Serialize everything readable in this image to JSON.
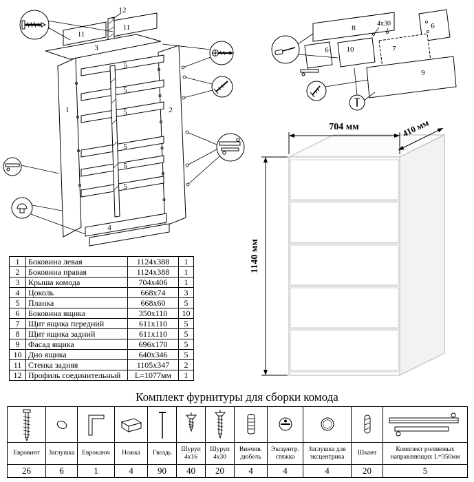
{
  "page": {
    "title": "Комплект фурнитуры для сборки комода"
  },
  "dimensions": {
    "width": "704 мм",
    "depth": "410 мм",
    "height": "1140 мм"
  },
  "exploded": {
    "labels": [
      "12",
      "11",
      "11",
      "3",
      "1",
      "2",
      "5",
      "5",
      "5",
      "5",
      "5",
      "5",
      "4"
    ]
  },
  "drawer": {
    "labels": [
      "8",
      "4x30",
      "6",
      "6",
      "10",
      "7",
      "9"
    ]
  },
  "parts": [
    {
      "num": "1",
      "name": "Боковина левая",
      "size": "1124x388",
      "qty": "1"
    },
    {
      "num": "2",
      "name": "Боковина правая",
      "size": "1124x388",
      "qty": "1"
    },
    {
      "num": "3",
      "name": "Крыша комода",
      "size": "704x406",
      "qty": "1"
    },
    {
      "num": "4",
      "name": "Цоколь",
      "size": "668x74",
      "qty": "3"
    },
    {
      "num": "5",
      "name": "Планка",
      "size": "668x60",
      "qty": "5"
    },
    {
      "num": "6",
      "name": "Боковина ящика",
      "size": "350x110",
      "qty": "10"
    },
    {
      "num": "7",
      "name": "Щит ящика передний",
      "size": "611x110",
      "qty": "5"
    },
    {
      "num": "8",
      "name": "Щит ящика задний",
      "size": "611x110",
      "qty": "5"
    },
    {
      "num": "9",
      "name": "Фасад ящика",
      "size": "696x170",
      "qty": "5"
    },
    {
      "num": "10",
      "name": "Дно ящика",
      "size": "640x346",
      "qty": "5"
    },
    {
      "num": "11",
      "name": "Стенка задняя",
      "size": "1105x347",
      "qty": "2"
    },
    {
      "num": "12",
      "name": "Профиль соединительный",
      "size": "L=1077мм",
      "qty": "1"
    }
  ],
  "hardware": [
    {
      "name": "Евровинт",
      "qty": "26"
    },
    {
      "name": "Заглушка",
      "qty": "6"
    },
    {
      "name": "Евроключ",
      "qty": "1"
    },
    {
      "name": "Ножка",
      "qty": "4"
    },
    {
      "name": "Гвоздь",
      "qty": "90"
    },
    {
      "name": "Шуруп 4x16",
      "qty": "40"
    },
    {
      "name": "Шуруп 4x30",
      "qty": "20"
    },
    {
      "name": "Винчив. дюбель",
      "qty": "4"
    },
    {
      "name": "Эксцентр. стяжка",
      "qty": "4"
    },
    {
      "name": "Заглушка для эксцентрика",
      "qty": "4"
    },
    {
      "name": "Шкант",
      "qty": "20"
    },
    {
      "name": "Комплект роликовых направляющих L=350мм",
      "qty": "5"
    }
  ]
}
